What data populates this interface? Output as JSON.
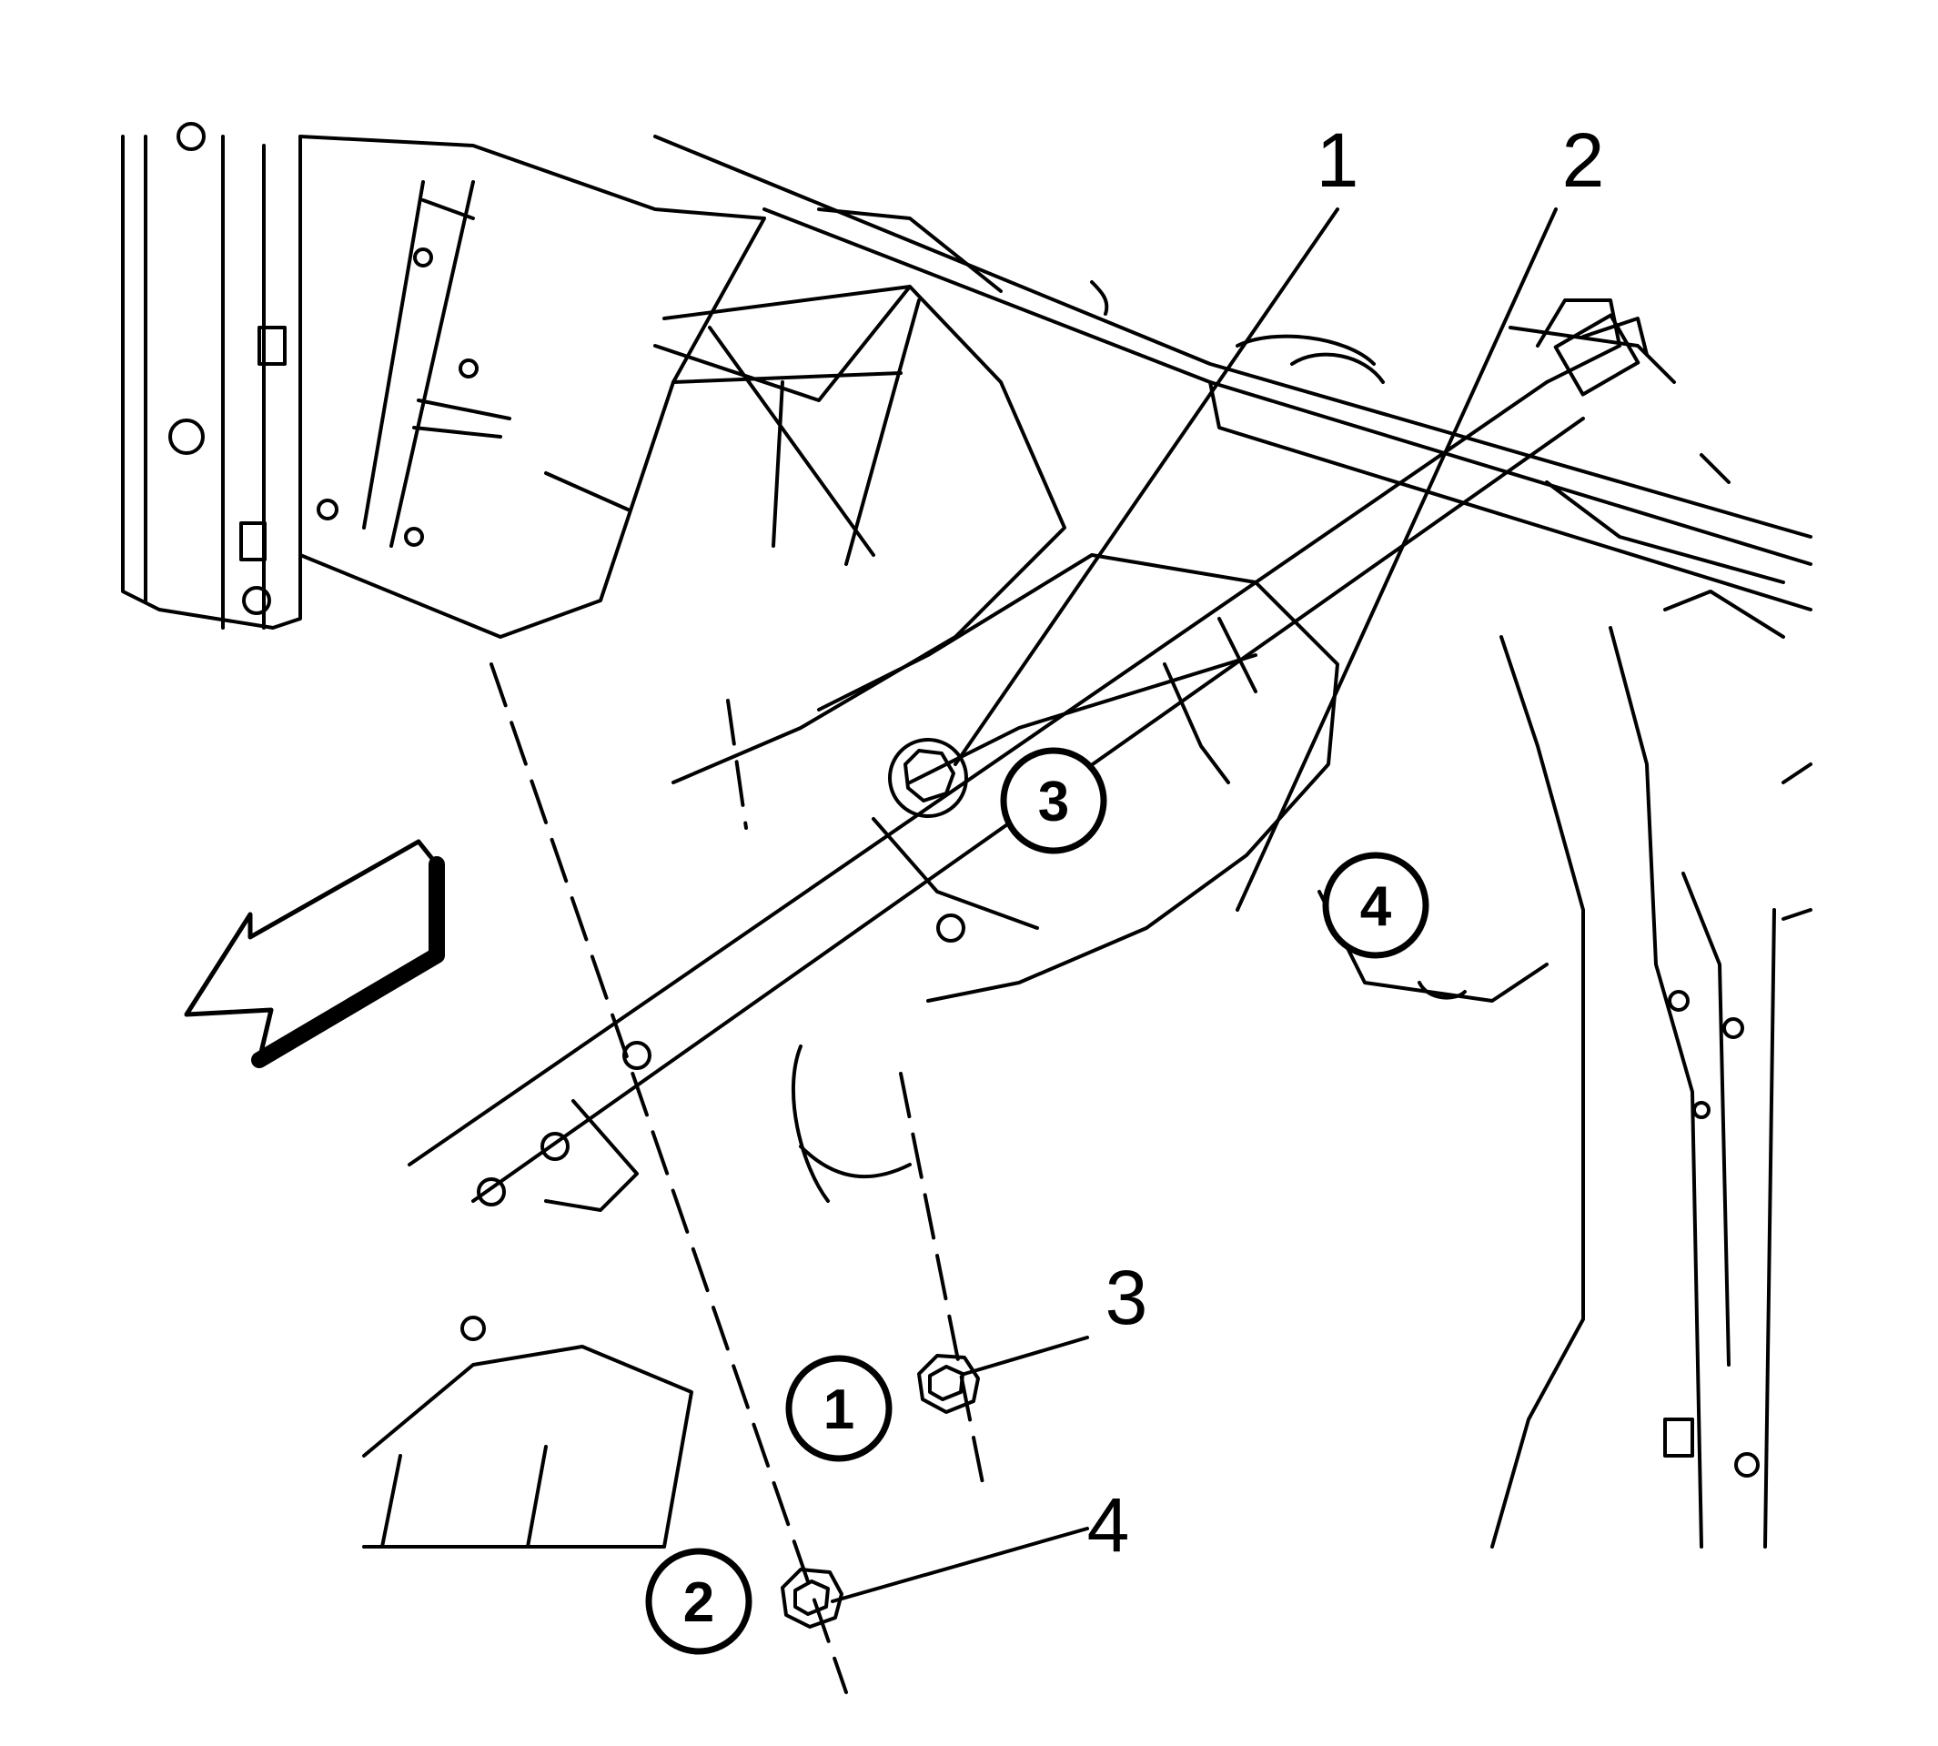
{
  "figure": {
    "callouts": [
      "1",
      "2",
      "3",
      "4"
    ],
    "sequence_numbers": [
      "1",
      "2",
      "3",
      "4"
    ],
    "direction_arrow": "front-arrow-icon",
    "line_color": "#000000",
    "background": "#ffffff"
  }
}
